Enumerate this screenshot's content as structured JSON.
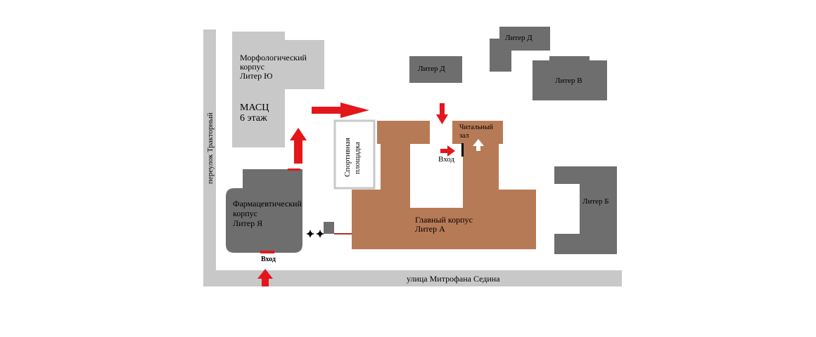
{
  "streets": {
    "lane": "переулок Тракторный",
    "main_street": "улица Митрофана Седина"
  },
  "buildings": {
    "morphology": {
      "line1": "Морфологический",
      "line2": "корпус",
      "line3": "Литер Ю"
    },
    "masc": {
      "line1": "МАСЦ",
      "line2": "6 этаж"
    },
    "sports": {
      "line1": "Спортивная",
      "line2": "площадка"
    },
    "pharma": {
      "line1": "Фармацевтический",
      "line2": "корпус",
      "line3": "Литер Я"
    },
    "main": {
      "line1": "Главный корпус",
      "line2": "Литер А"
    },
    "reading": {
      "line1": "Читальный",
      "line2": "зал"
    },
    "liter_d_center": "Литер Д",
    "liter_d_top": "Литер Д",
    "liter_v": "Литер В",
    "liter_b": "Литер Б"
  },
  "entrances": {
    "pharma_entrance": "Вход",
    "main_entrance": "Вход"
  },
  "colors": {
    "light_gray": "#c8c8c8",
    "dark_gray": "#6e6e6e",
    "brown": "#b77a56",
    "red": "#e3161b",
    "street_gray": "#c8c8c8"
  },
  "icons": {
    "pharmacy_marker": "cross-icon"
  }
}
